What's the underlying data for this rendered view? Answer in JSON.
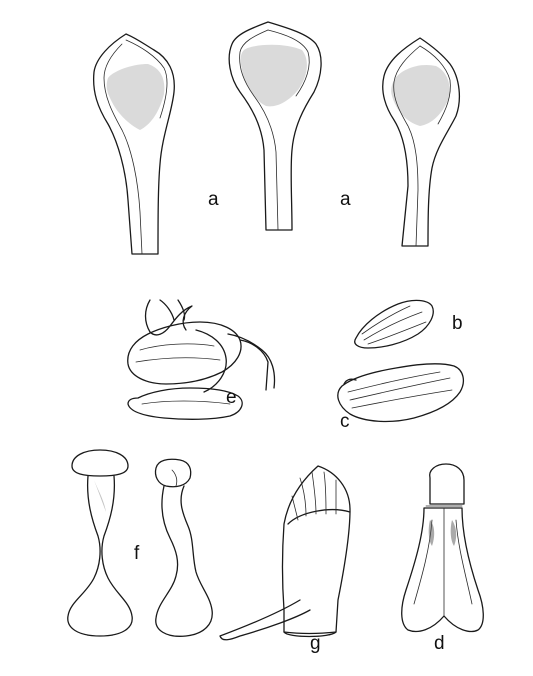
{
  "plate": {
    "labels": {
      "a1": "a",
      "a2": "a",
      "b": "b",
      "c": "c",
      "d": "d",
      "e": "e",
      "f": "f",
      "g": "g"
    },
    "colors": {
      "ink": "#1a1a1a",
      "background": "#ffffff"
    }
  }
}
